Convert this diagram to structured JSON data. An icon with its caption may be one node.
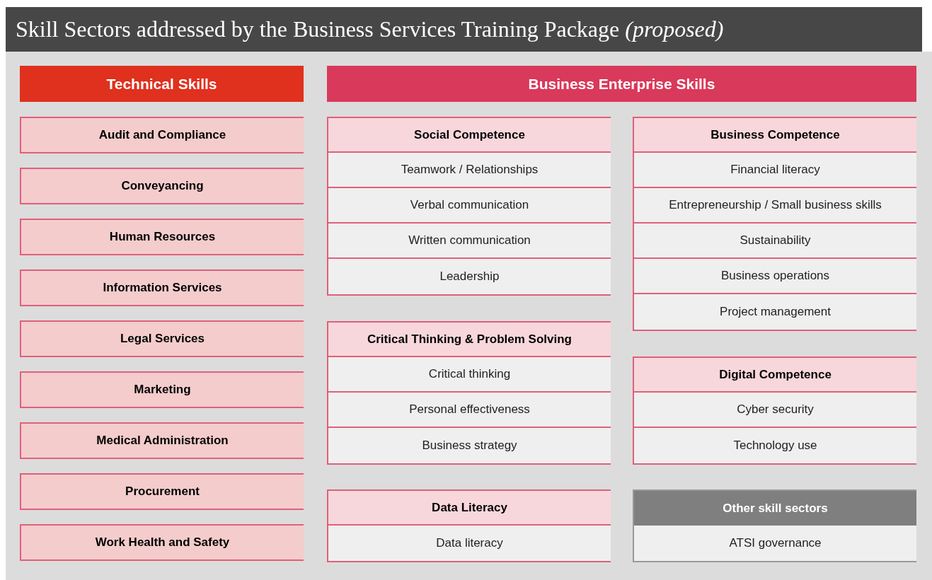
{
  "diagram": {
    "title": "Skill Sectors addressed by the Business Services Training Package *(proposed)*",
    "nodes": [
      {
        "text": [
          "Technical Skills"
        ]
      },
      {
        "text": [
          "Business Enterprise Skills"
        ]
      },
      {
        "text": [
          "Audit and Compliance"
        ]
      },
      {
        "text": [
          "Conveyancing"
        ]
      },
      {
        "text": [
          "Human Resources"
        ]
      },
      {
        "text": [
          "Information Services"
        ]
      },
      {
        "text": [
          "Legal Services"
        ]
      },
      {
        "text": [
          "Marketing"
        ]
      },
      {
        "text": [
          "Medical Administration"
        ]
      },
      {
        "text": [
          "Procurement"
        ]
      },
      {
        "text": [
          "Work Health and Safety"
        ]
      },
      {
        "text": [
          "Social Competence"
        ]
      },
      {
        "text": [
          "Teamwork / Relationships"
        ],
        "in": 11
      },
      {
        "text": [
          "Verbal communication"
        ],
        "in": 11
      },
      {
        "text": [
          "Written communication"
        ],
        "in": 11
      },
      {
        "text": [
          "Leadership"
        ],
        "in": 11
      },
      {
        "text": [
          "Business Competence"
        ]
      },
      {
        "text": [
          "Financial literacy"
        ],
        "in": 16
      },
      {
        "text": [
          "Entrepreneurship / Small business skills"
        ],
        "in": 16
      },
      {
        "text": [
          "Sustainability"
        ],
        "in": 16
      },
      {
        "text": [
          "Business operations"
        ],
        "in": 16
      },
      {
        "text": [
          "Project management"
        ],
        "in": 16
      },
      {
        "text": [
          "Critical Thinking & Problem Solving"
        ]
      },
      {
        "text": [
          "Critical thinking"
        ],
        "in": 22
      },
      {
        "text": [
          "Personal effectiveness"
        ],
        "in": 22
      },
      {
        "text": [
          "Business strategy"
        ],
        "in": 22
      },
      {
        "text": [
          "Digital Competence"
        ]
      },
      {
        "text": [
          "Cyber security"
        ],
        "in": 26
      },
      {
        "text": [
          "Technology use"
        ],
        "in": 26
      },
      {
        "text": [
          "Data Literacy"
        ]
      },
      {
        "text": [
          "Data literacy"
        ],
        "in": 29
      },
      {
        "text": [
          "Other skill sectors"
        ]
      },
      {
        "text": [
          "ATSI governance"
        ],
        "in": 31
      }
    ]
  }
}
